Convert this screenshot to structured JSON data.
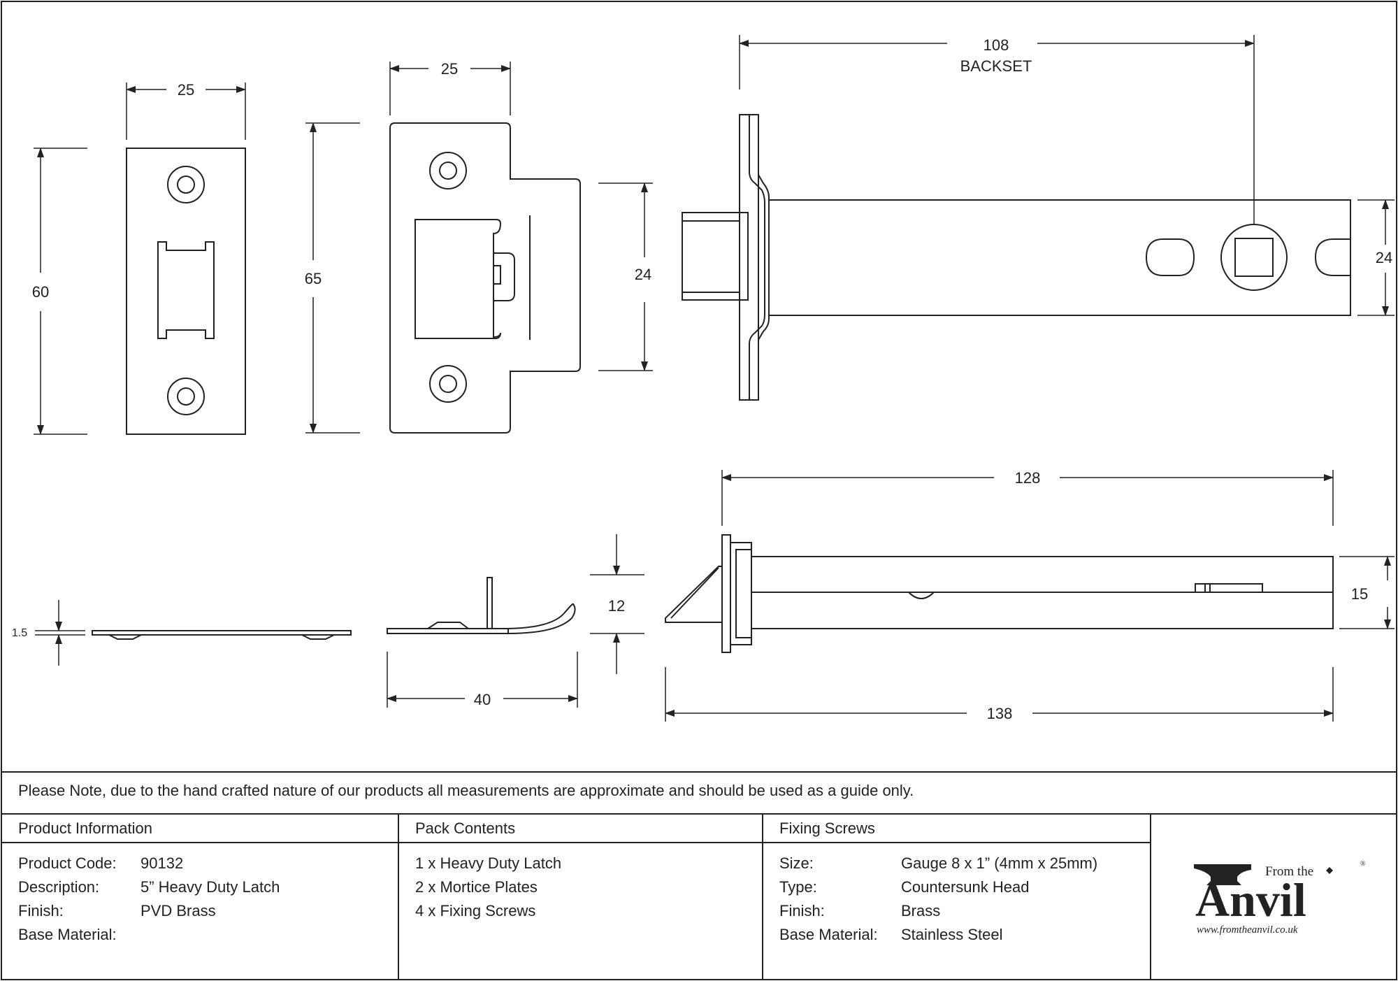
{
  "drawing": {
    "dims": {
      "strike_width": "25",
      "strike_height": "60",
      "tstrike_width": "25",
      "tstrike_height": "65",
      "tstrike_inner": "24",
      "backset_value": "108",
      "backset_label": "BACKSET",
      "case_height": "24",
      "thickness": "1.5",
      "lip_depth": "40",
      "lip_height": "12",
      "body_length": "128",
      "overall_length": "138",
      "body_thickness": "15"
    }
  },
  "note": "Please Note, due to the hand crafted nature of our products all measurements are approximate and should be used as a guide only.",
  "product_info": {
    "heading": "Product Information",
    "rows": [
      {
        "label": "Product Code:",
        "value": "90132"
      },
      {
        "label": "Description:",
        "value": "5” Heavy Duty Latch"
      },
      {
        "label": "Finish:",
        "value": "PVD Brass"
      },
      {
        "label": "Base Material:",
        "value": ""
      }
    ]
  },
  "pack_contents": {
    "heading": "Pack Contents",
    "items": [
      "1 x Heavy Duty Latch",
      "2 x Mortice Plates",
      "4 x Fixing Screws"
    ]
  },
  "fixing_screws": {
    "heading": "Fixing Screws",
    "rows": [
      {
        "label": "Size:",
        "value": "Gauge 8 x 1” (4mm x 25mm)"
      },
      {
        "label": "Type:",
        "value": "Countersunk Head"
      },
      {
        "label": "Finish:",
        "value": "Brass"
      },
      {
        "label": "Base Material:",
        "value": "Stainless Steel"
      }
    ]
  },
  "logo": {
    "from_the": "From the",
    "anvil": "Anvil",
    "registered": "®",
    "url": "www.fromtheanvil.co.uk"
  }
}
